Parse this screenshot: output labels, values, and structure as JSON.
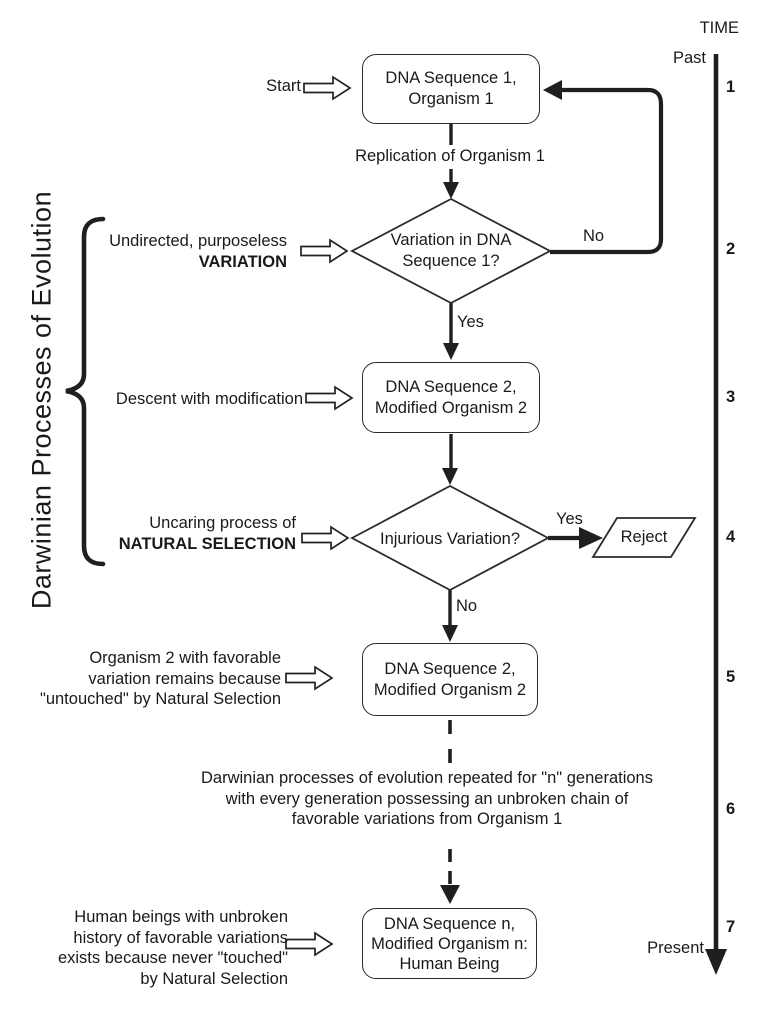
{
  "diagram_title": "Darwinian Processes of Evolution",
  "timeline": {
    "title": "TIME",
    "start_label": "Past",
    "end_label": "Present",
    "markers": [
      "1",
      "2",
      "3",
      "4",
      "5",
      "6",
      "7"
    ]
  },
  "flow": {
    "start_label": "Start",
    "box1": {
      "line1": "DNA Sequence 1,",
      "line2": "Organism 1"
    },
    "replication_label": "Replication of Organism 1",
    "decision1": {
      "line1": "Variation in DNA",
      "line2": "Sequence 1?",
      "no_label": "No",
      "yes_label": "Yes"
    },
    "box2": {
      "line1": "DNA Sequence 2,",
      "line2": "Modified Organism 2"
    },
    "decision2": {
      "label": "Injurious Variation?",
      "yes_label": "Yes",
      "no_label": "No"
    },
    "reject_label": "Reject",
    "box5": {
      "line1": "DNA Sequence 2,",
      "line2": "Modified Organism 2"
    },
    "generation_note": {
      "line1": "Darwinian processes of evolution repeated for \"n\" generations",
      "line2": "with every generation possessing an unbroken chain of",
      "line3": "favorable variations from Organism 1"
    },
    "box7": {
      "line1": "DNA Sequence n,",
      "line2": "Modified Organism n:",
      "line3": "Human Being"
    }
  },
  "annotations": {
    "variation": {
      "line1": "Undirected, purposeless",
      "line2": "VARIATION"
    },
    "descent": {
      "line1": "Descent with modification"
    },
    "selection": {
      "line1": "Uncaring process of",
      "line2": "NATURAL SELECTION"
    },
    "favorable": {
      "line1": "Organism 2 with favorable",
      "line2": "variation remains because",
      "line3": "\"untouched\" by Natural Selection"
    },
    "human": {
      "line1": "Human beings with unbroken",
      "line2": "history of favorable variations",
      "line3": "exists because never \"touched\"",
      "line4": "by Natural Selection"
    }
  },
  "colors": {
    "ink": "#1a1a1a",
    "background": "#ffffff"
  }
}
